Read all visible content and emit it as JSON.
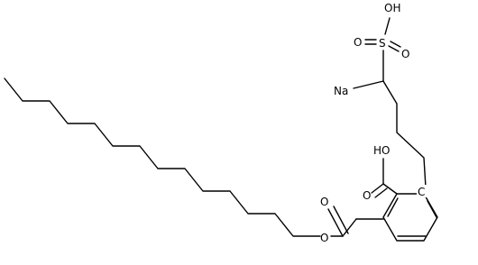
{
  "molecule": {
    "atoms": {
      "sulfonic_oh": "OH",
      "sulfonyl_s": "S",
      "sulfonyl_o_left": "O",
      "sulfonyl_o_right": "O",
      "sodium": "Na",
      "carboxyl_oh": "HO",
      "carboxyl_o": "O",
      "ring_c": "C",
      "ester_o_double": "O",
      "ester_o_single": "O"
    }
  },
  "colors": {
    "bond": "#000000",
    "label": "#000000",
    "background": "#ffffff"
  }
}
